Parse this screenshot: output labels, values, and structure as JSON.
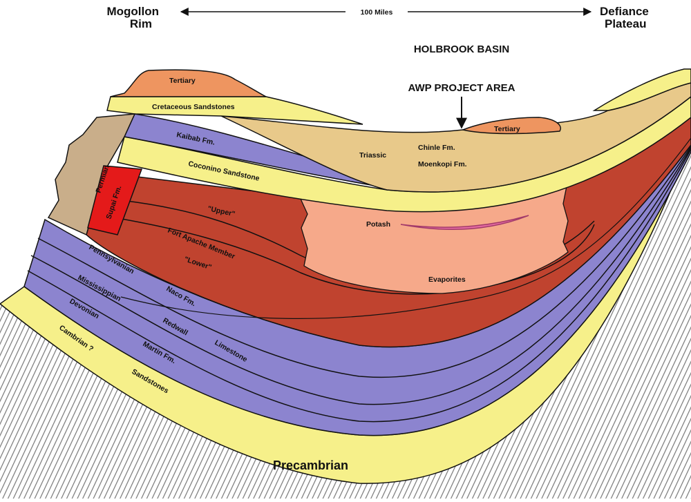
{
  "header": {
    "left_place": [
      "Mogollon",
      "Rim"
    ],
    "right_place": [
      "Defiance",
      "Plateau"
    ],
    "scale": "100 Miles",
    "basin_title": "HOLBROOK BASIN",
    "project_area": "AWP PROJECT AREA"
  },
  "labels": {
    "tertiary_left": "Tertiary",
    "tertiary_right": "Tertiary",
    "cretaceous": "Cretaceous Sandstones",
    "kaibab": "Kaibab Fm.",
    "coconino": "Coconino Sandstone",
    "permian": "Permian",
    "supai": "Supai Fm.",
    "triassic": "Triassic",
    "chinle": "Chinle Fm.",
    "moenkopi": "Moenkopi Fm.",
    "upper": "\"Upper\"",
    "fort_apache": "Fort Apache Member",
    "lower": "\"Lower\"",
    "potash": "Potash",
    "evaporites": "Evaporites",
    "pennsylvanian": "Pennsylvanian",
    "naco": "Naco   Fm.",
    "mississippian": "Mississippian",
    "redwall": "Redwall",
    "limestone": "Limestone",
    "devonian": "Devonian",
    "martin": "Martin Fm.",
    "cambrian": "Cambrian ?",
    "sandstones": "Sandstones",
    "precambrian": "Precambrian"
  },
  "colors": {
    "yellow": "#f6f08a",
    "tan": "#e8c98a",
    "orange": "#ee9560",
    "red_brown": "#c0432f",
    "bright_red": "#e41a1a",
    "salmon": "#f6a98a",
    "purple": "#8c84cf",
    "permian_tan": "#c9ae8a",
    "potash_pink": "#e46aa0"
  }
}
